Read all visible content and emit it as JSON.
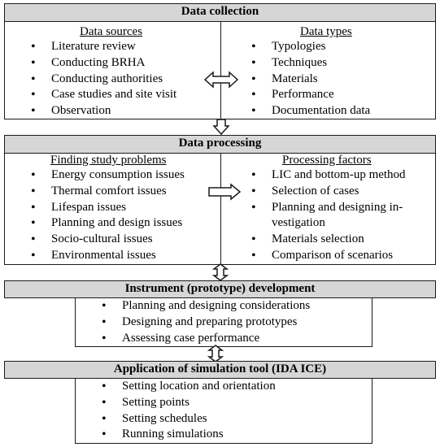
{
  "collection": {
    "title": "Data collection",
    "left_heading": "Data sources",
    "left_items": [
      "Literature review",
      "Conducting BRHA",
      "Conducting authorities",
      "Case studies and site visit",
      "Observation"
    ],
    "right_heading": "Data types",
    "right_items": [
      "Typologies",
      "Techniques",
      "Materials",
      "Performance",
      "Documentation data"
    ]
  },
  "processing": {
    "title": "Data processing",
    "left_heading": "Finding study problems",
    "left_items": [
      "Energy consumption issues",
      "Thermal comfort issues",
      "Lifespan issues",
      "Planning and design issues",
      "Socio-cultural issues",
      "Environmental issues"
    ],
    "right_heading": "Processing factors",
    "right_items": [
      "LIC and bottom-up method",
      "Selection of cases",
      "Planning and designing in-",
      "vestigation",
      "Materials selection",
      "Comparison of scenarios"
    ]
  },
  "instrument": {
    "title": "Instrument (prototype) development",
    "items": [
      "Planning and designing considerations",
      "Designing and preparing prototypes",
      "Assessing case performance"
    ]
  },
  "simulation": {
    "title": "Application of simulation tool (IDA ICE)",
    "items": [
      "Setting location and orientation",
      "Setting points",
      "Setting schedules",
      "Running simulations"
    ]
  }
}
